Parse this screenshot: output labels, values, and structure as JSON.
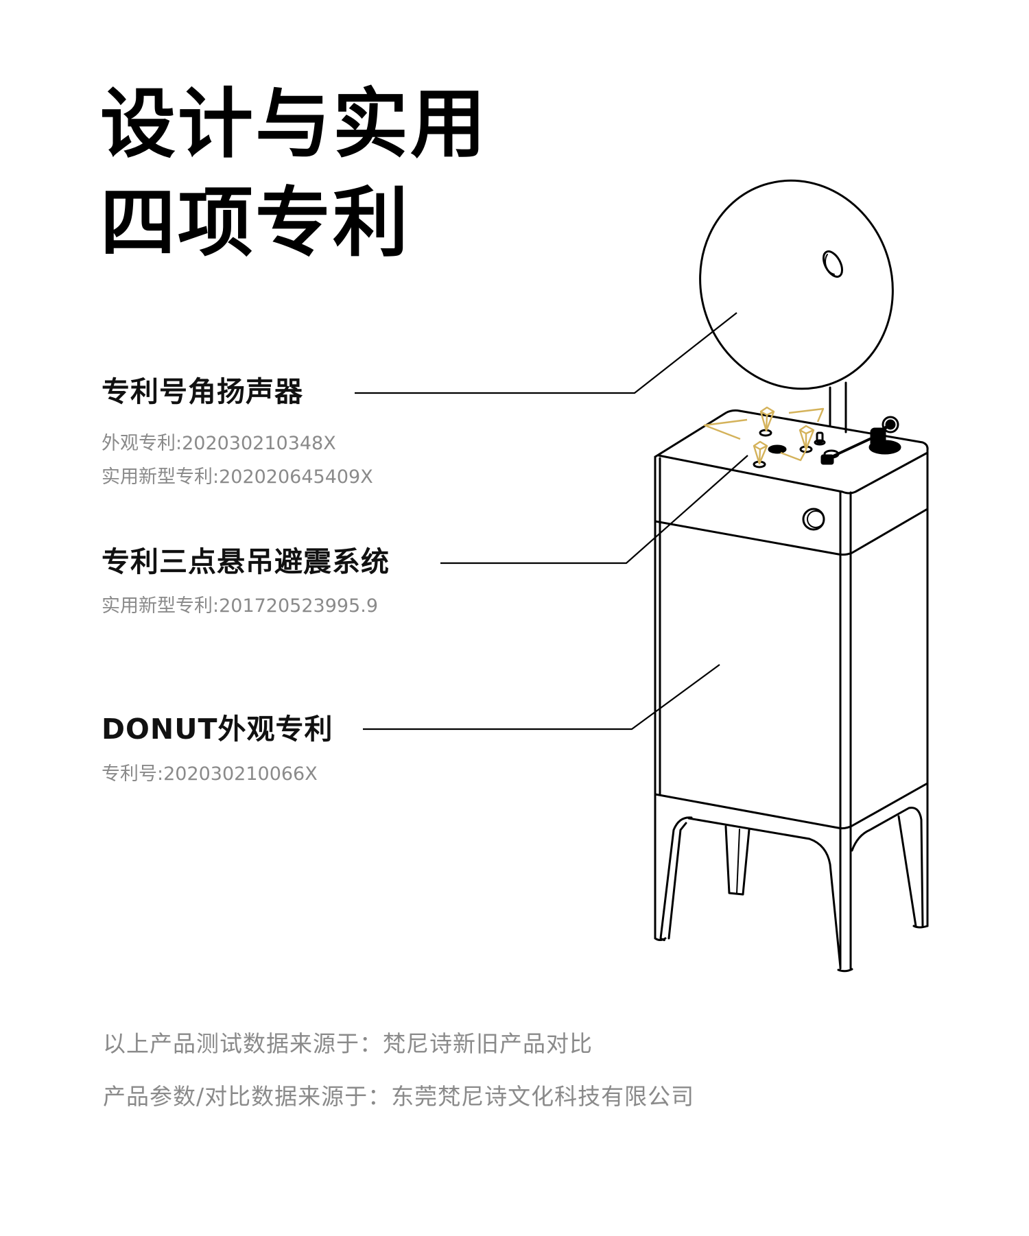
{
  "title": {
    "line1": "设计与实用",
    "line2": "四项专利"
  },
  "features": [
    {
      "heading": "专利号角扬声器",
      "details": [
        "外观专利:202030210348X",
        "实用新型专利:202020645409X"
      ]
    },
    {
      "heading": "专利三点悬吊避震系统",
      "details": [
        "实用新型专利:201720523995.9"
      ]
    },
    {
      "heading": "DONUT外观专利",
      "details": [
        "专利号:202030210066X"
      ]
    }
  ],
  "footnotes": [
    "以上产品测试数据来源于：梵尼诗新旧产品对比",
    "产品参数/对比数据来源于：东莞梵尼诗文化科技有限公司"
  ],
  "colors": {
    "background": "#ffffff",
    "heading": "#000000",
    "subtext": "#8a8a8a",
    "line_art": "#000000",
    "accent_gold": "#D4B25A"
  },
  "illustration": {
    "subject": "horn-speaker-turntable-cabinet",
    "callouts": [
      "horn-speaker",
      "three-point-suspension",
      "donut-cabinet"
    ]
  }
}
